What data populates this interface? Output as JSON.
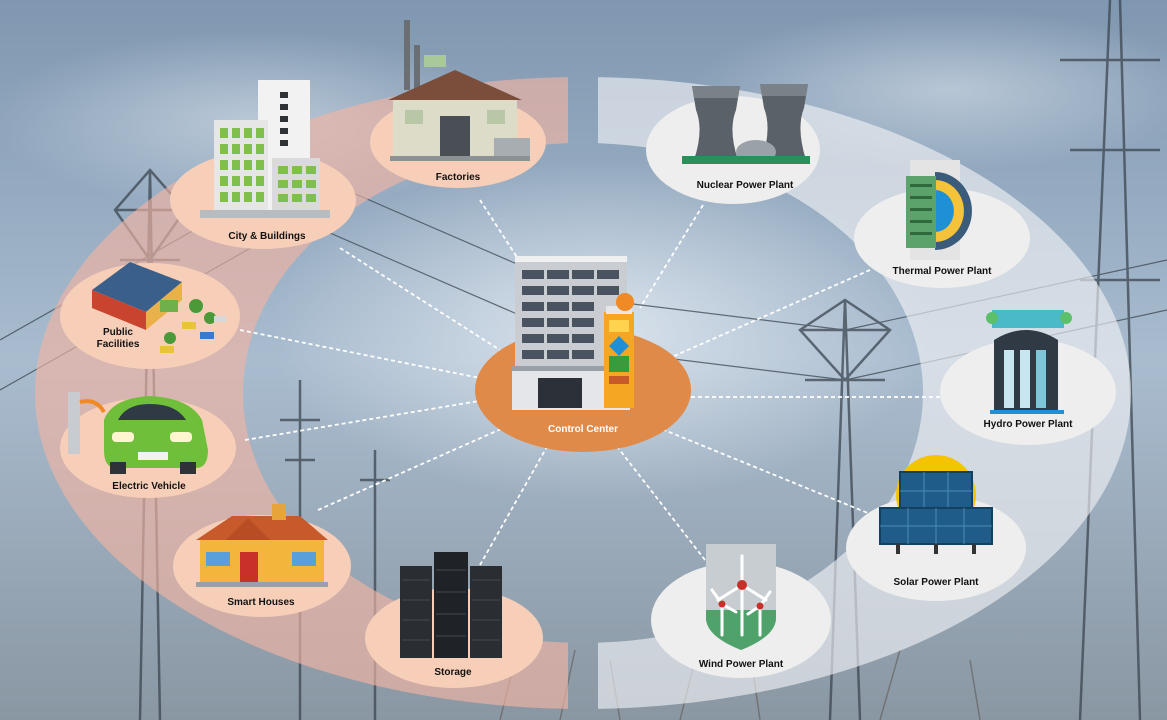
{
  "center": {
    "label": "Control Center"
  },
  "consumers": {
    "city": "City & Buildings",
    "factories": "Factories",
    "public_line1": "Public",
    "public_line2": "Facilities",
    "ev": "Electric Vehicle",
    "houses": "Smart Houses",
    "storage": "Storage"
  },
  "producers": {
    "nuclear": "Nuclear Power Plant",
    "thermal": "Thermal Power Plant",
    "hydro": "Hydro Power Plant",
    "solar": "Solar Power Plant",
    "wind": "Wind Power Plant"
  },
  "colors": {
    "consumer_band": "#e8b3a6",
    "consumer_node": "#f7cfb9",
    "producer_band": "#e3e6ea",
    "producer_node": "#eeeeee",
    "center_node": "#e18a4c",
    "sky": "#9bb0c6"
  }
}
